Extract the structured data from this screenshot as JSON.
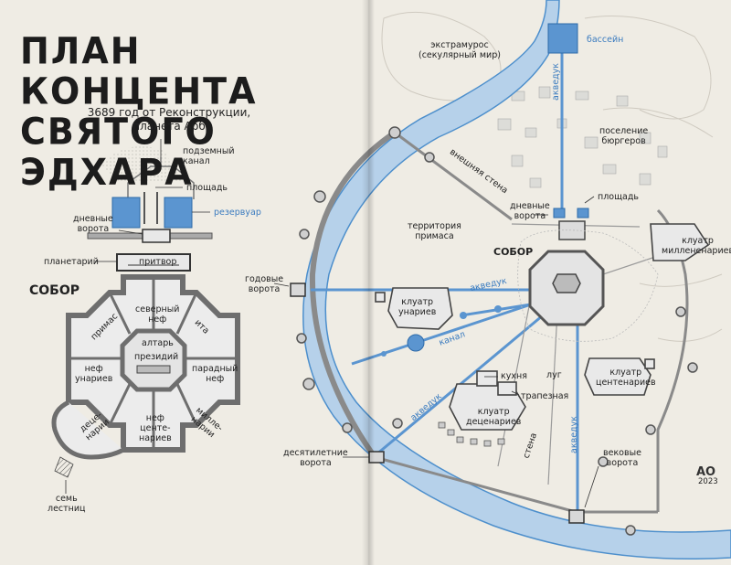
{
  "title": {
    "line1": "ПЛАН КОНЦЕНТА",
    "line2": "СВЯТОГО ЭДХАРА"
  },
  "subtitle": {
    "line1": "3689 год от Реконструкции,",
    "line2": "планета Арб"
  },
  "left_plan": {
    "underground_channel": [
      "подземный",
      "канал"
    ],
    "square": "площадь",
    "reservoir": "резервуар",
    "day_gates": [
      "дневные",
      "ворота"
    ],
    "planetarium": "планетарий",
    "porch": "притвор",
    "cathedral": "СОБОР",
    "north_nave": [
      "северный",
      "неф"
    ],
    "primas": "примас",
    "ita": "ита",
    "altar": "алтарь",
    "presidium": "президий",
    "unarii_nave": [
      "неф",
      "унариев"
    ],
    "parade_nave": [
      "парадный",
      "неф"
    ],
    "decenarii": [
      "деце-",
      "нарии"
    ],
    "centenarii_nave": [
      "неф",
      "центе-",
      "нариев"
    ],
    "millenarii": [
      "милле-",
      "нарии"
    ],
    "seven_stairs": [
      "семь",
      "лестниц"
    ]
  },
  "right_map": {
    "extramuros": [
      "экстрамурос",
      "(секулярный мир)"
    ],
    "pool": "бассейн",
    "aqueduct_top": "акведук",
    "burgher_settlement": [
      "поселение",
      "бюргеров"
    ],
    "outer_wall": [
      "внешняя стена"
    ],
    "square": "площадь",
    "day_gates": [
      "дневные",
      "ворота"
    ],
    "primas_territory": [
      "территория",
      "примаса"
    ],
    "cathedral": "СОБОР",
    "millenarii_cloister": [
      "клуатр",
      "миллененариев"
    ],
    "year_gates": [
      "годовые",
      "ворота"
    ],
    "aqueduct_mid": "акведук",
    "unarii_cloister": [
      "клуатр",
      "унариев"
    ],
    "canal": "канал",
    "aqueduct_low": "акведук",
    "kitchen": "кухня",
    "refectory": "трапезная",
    "meadow": "луг",
    "centenarii_cloister": [
      "клуатр",
      "центенариев"
    ],
    "decenarii_cloister": [
      "клуатр",
      "деценариев"
    ],
    "wall": "стена",
    "aqueduct_right": "акведук",
    "ten_year_gates": [
      "десятилетние",
      "ворота"
    ],
    "century_gates": [
      "вековые",
      "ворота"
    ],
    "signature_year": "2023"
  },
  "colors": {
    "water": "#b6d1ea",
    "water_edge": "#4d8fcc",
    "aqueduct": "#5b95d0",
    "wall": "#7d7d7d",
    "ink": "#222222",
    "paper": "#efece4"
  }
}
